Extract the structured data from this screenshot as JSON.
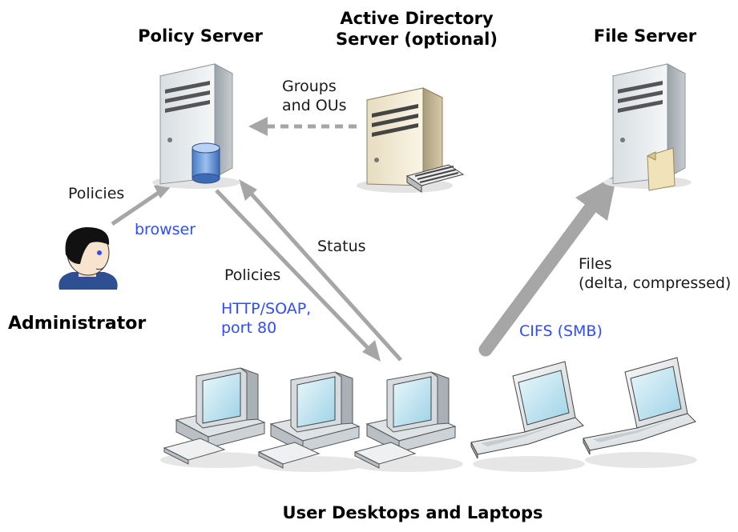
{
  "nodes": {
    "policy_server": "Policy Server",
    "ad_server_line1": "Active Directory",
    "ad_server_line2": "Server (optional)",
    "file_server": "File Server",
    "administrator": "Administrator",
    "user_machines": "User Desktops and Laptops"
  },
  "edges": {
    "groups_line1": "Groups",
    "groups_line2": "and OUs",
    "admin_policies": "Policies",
    "admin_browser": "browser",
    "status": "Status",
    "client_policies": "Policies",
    "protocol_line1": "HTTP/SOAP,",
    "protocol_line2": "port 80",
    "files_line1": "Files",
    "files_line2": "(delta, compressed)",
    "cifs": "CIFS (SMB)"
  },
  "colors": {
    "protocol_text": "#2f4dff",
    "arrow": "#a6a6a6",
    "server_body": "#e9ecee"
  }
}
